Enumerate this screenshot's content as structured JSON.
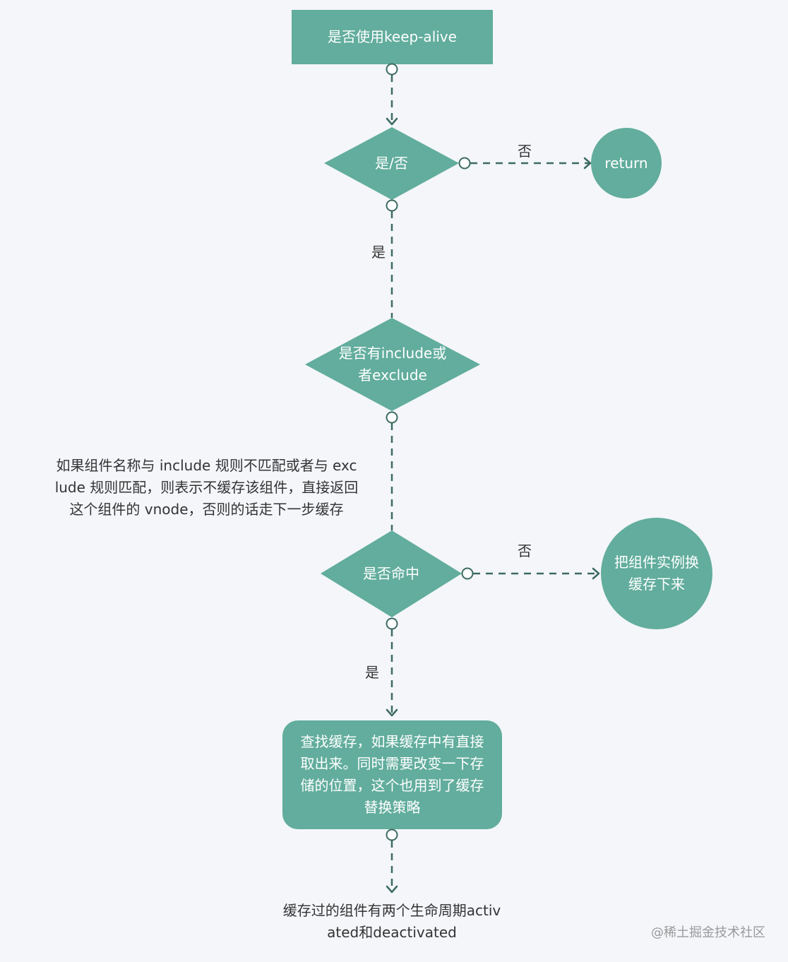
{
  "nodes": {
    "start": "是否使用keep-alive",
    "decision_use": "是/否",
    "return": "return",
    "decision_include": "是否有include或\n者exclude",
    "decision_hit": "是否命中",
    "cache_instance": "把组件实例换\n缓存下来",
    "lookup_cache": "查找缓存，如果缓存中有直接\n取出来。同时需要改变一下存\n储的位置，这个也用到了缓存\n替换策略",
    "lifecycle": "缓存过的组件有两个生命周期activ\nated和deactivated"
  },
  "notes": {
    "include_note": "如果组件名称与 include 规则不匹配或者与 exc\nlude 规则匹配，则表示不缓存该组件，直接返回\n这个组件的 vnode，否则的话走下一步缓存"
  },
  "edge_labels": {
    "use_no": "否",
    "use_yes": "是",
    "hit_no": "否",
    "hit_yes": "是"
  },
  "watermark": "@稀土掘金技术社区",
  "colors": {
    "node_fill": "#62ad9d",
    "edge": "#3d6b61",
    "background": "#f4f6fa"
  }
}
